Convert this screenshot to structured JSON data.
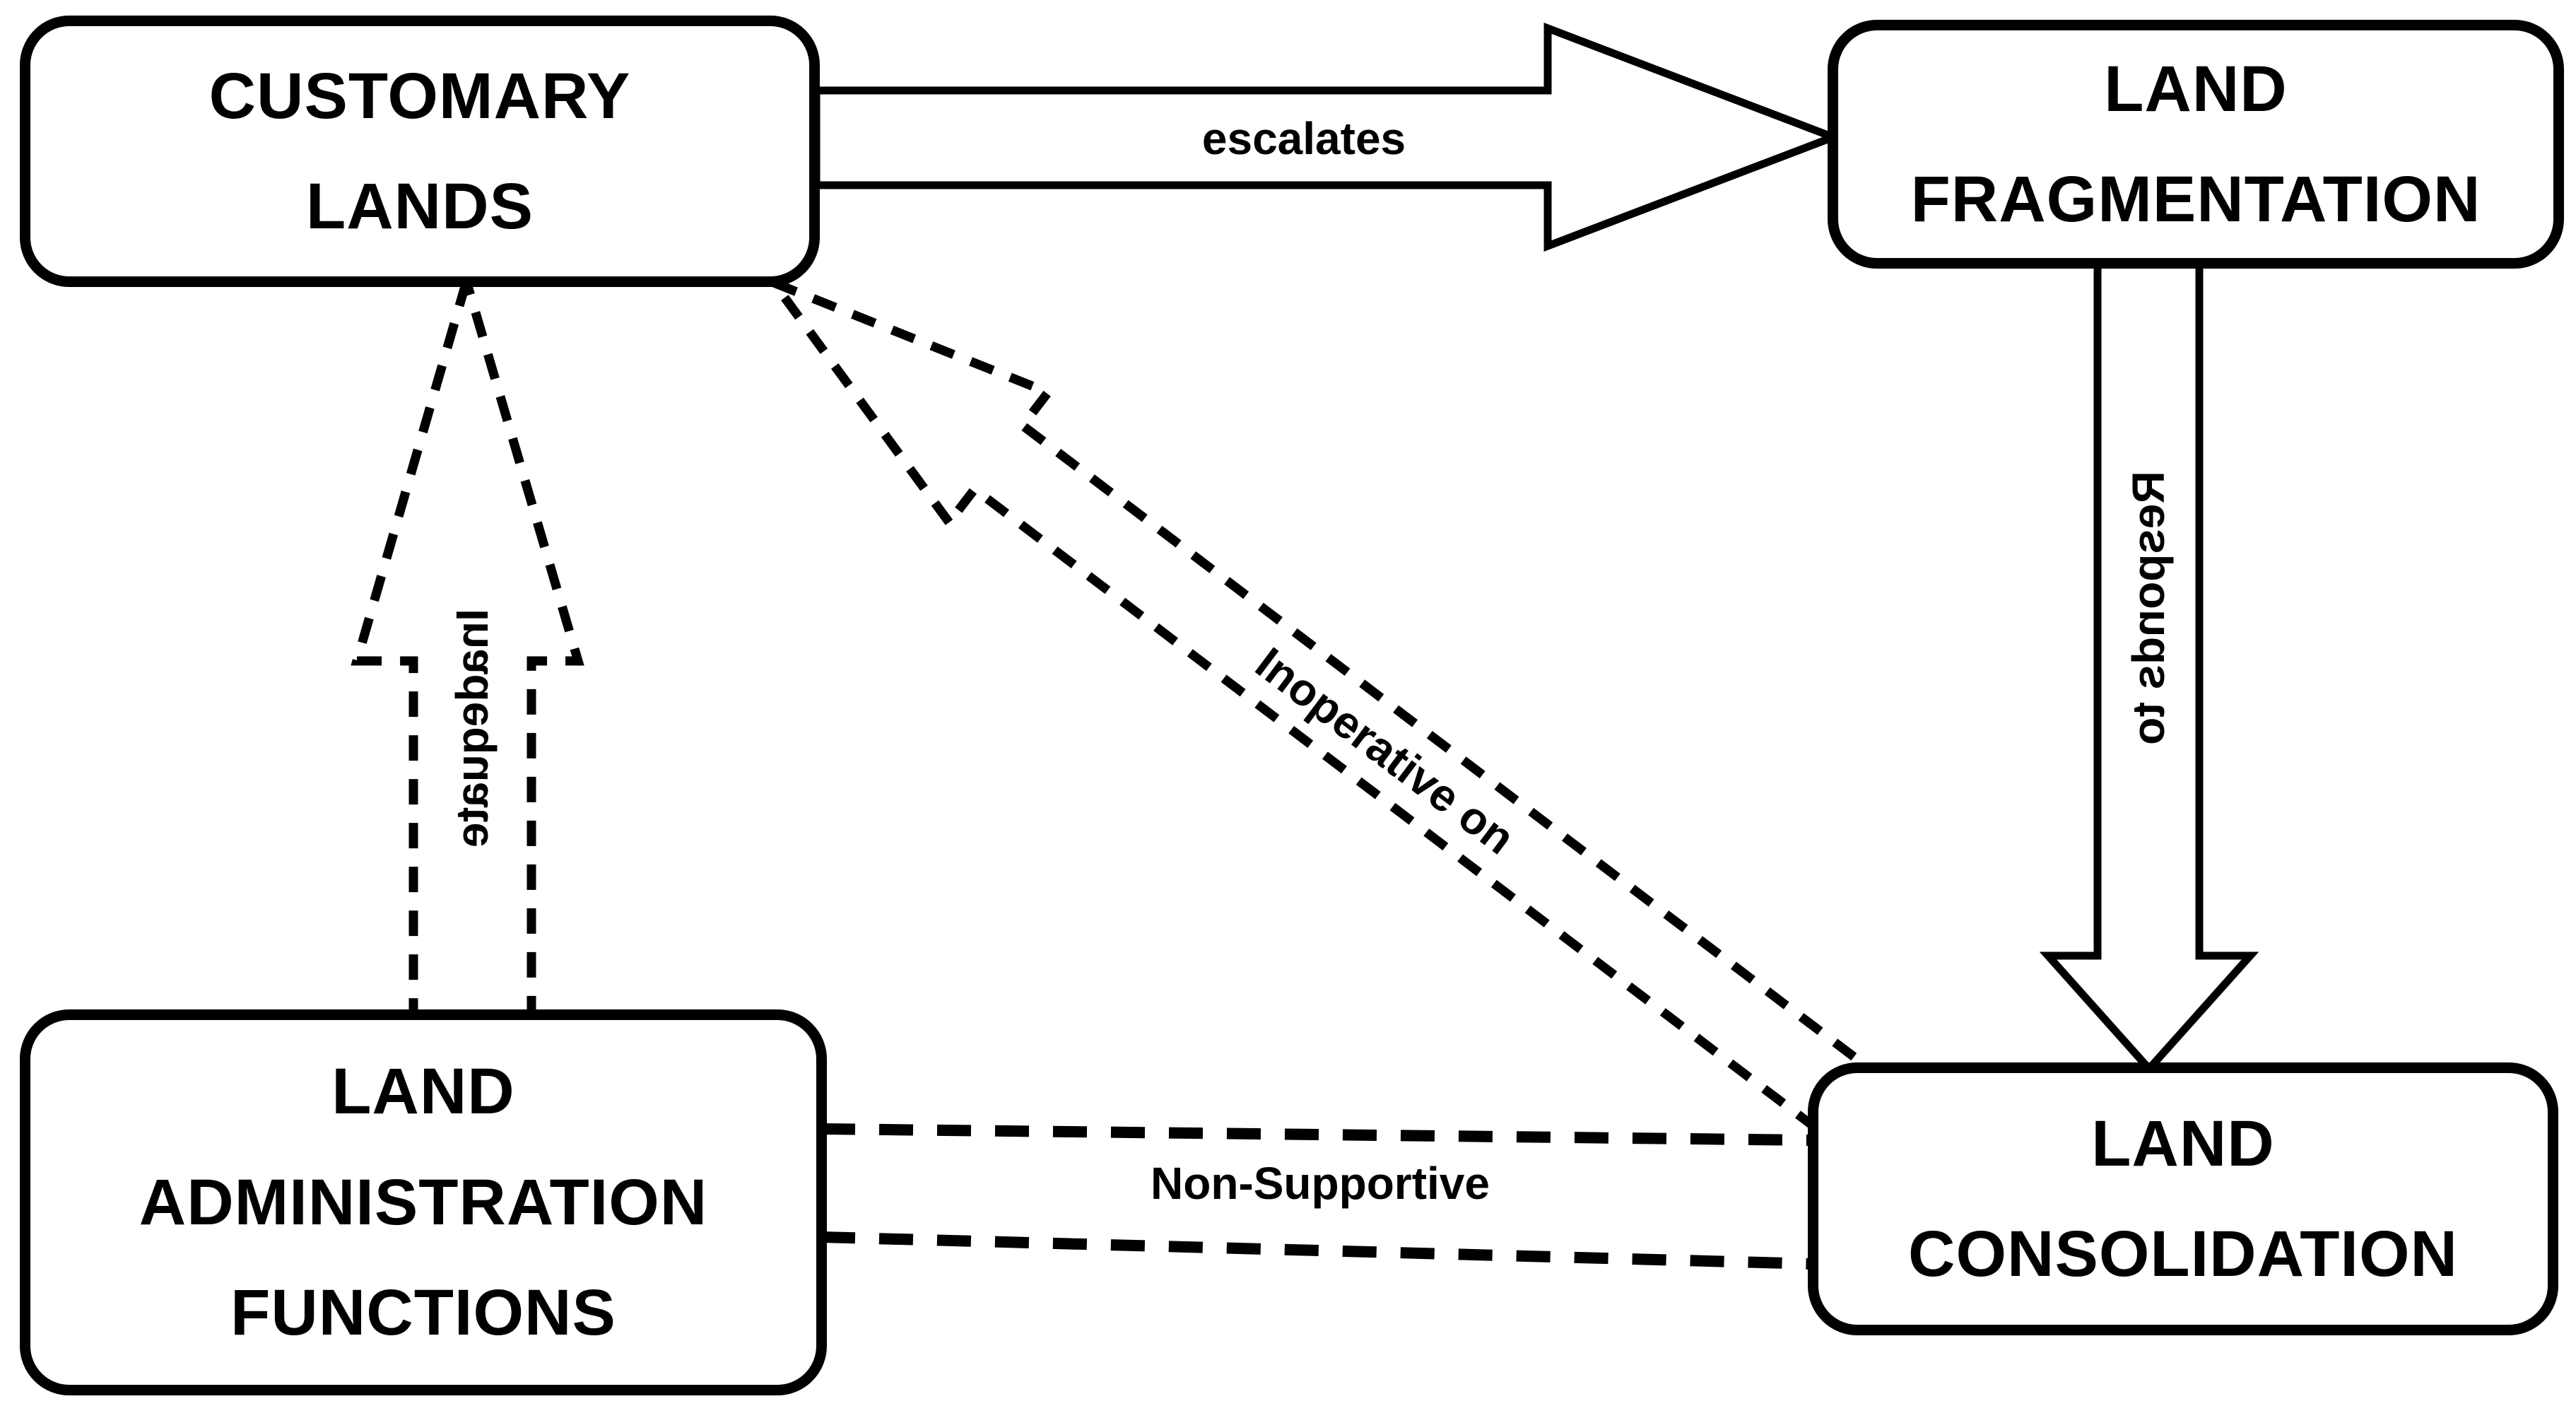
{
  "diagram": {
    "title": "Customary lands, land fragmentation and land consolidation relationship diagram",
    "colors": {
      "ink": "#000000",
      "background": "#ffffff"
    },
    "nodes": {
      "customary_lands": {
        "lines": [
          "CUSTOMARY",
          "LANDS"
        ]
      },
      "land_fragmentation": {
        "lines": [
          "LAND",
          "FRAGMENTATION"
        ]
      },
      "land_administration_functions": {
        "lines": [
          "LAND",
          "ADMINISTRATION",
          "FUNCTIONS"
        ]
      },
      "land_consolidation": {
        "lines": [
          "LAND",
          "CONSOLIDATION"
        ]
      }
    },
    "edges": {
      "escalates": {
        "from": "customary_lands",
        "to": "land_fragmentation",
        "label": "escalates",
        "style": "solid-block-arrow",
        "direction": "right"
      },
      "responds_to": {
        "from": "land_fragmentation",
        "to": "land_consolidation",
        "label": "Responds to",
        "style": "solid-block-arrow",
        "direction": "down",
        "label_orientation": "vertical-mirrored"
      },
      "inadequate": {
        "from": "land_administration_functions",
        "to": "customary_lands",
        "label": "Inadequate",
        "style": "dashed-block-arrow",
        "direction": "up",
        "label_orientation": "vertical-mirrored"
      },
      "inoperative_on": {
        "from": "land_consolidation",
        "to": "customary_lands",
        "label": "Inoperative on",
        "style": "dashed-block-arrow",
        "direction": "up-left-diagonal",
        "label_orientation": "diagonal"
      },
      "non_supportive": {
        "from": "land_administration_functions",
        "to": "land_consolidation",
        "label": "Non-Supportive",
        "style": "dashed-double-line",
        "direction": "right"
      }
    }
  }
}
